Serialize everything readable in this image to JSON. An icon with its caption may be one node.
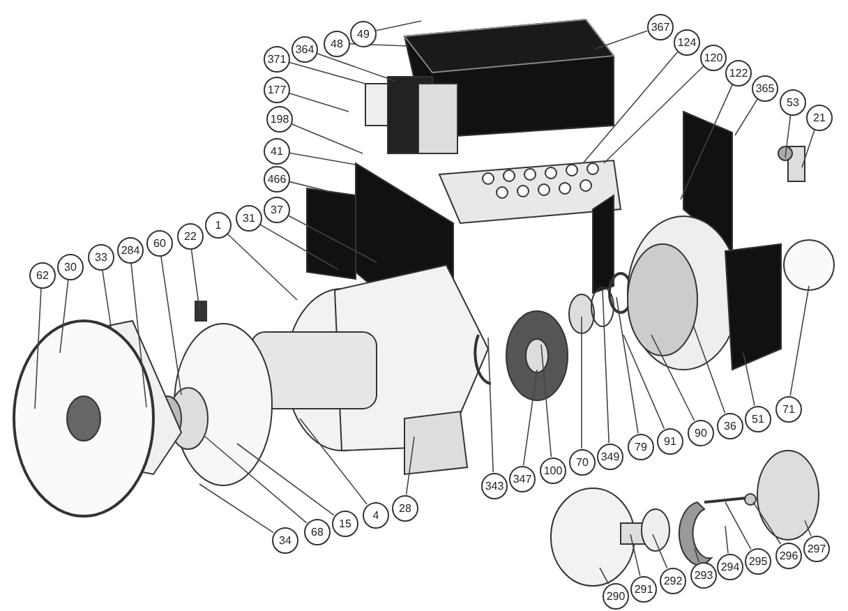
{
  "diagram": {
    "nodes": [
      {
        "text": [
          "49"
        ]
      },
      {
        "text": [
          "48"
        ]
      },
      {
        "text": [
          "367"
        ]
      },
      {
        "text": [
          "124"
        ]
      },
      {
        "text": [
          "364"
        ]
      },
      {
        "text": [
          "120"
        ]
      },
      {
        "text": [
          "371"
        ]
      },
      {
        "text": [
          "122"
        ]
      },
      {
        "text": [
          "177"
        ]
      },
      {
        "text": [
          "365"
        ]
      },
      {
        "text": [
          "53"
        ]
      },
      {
        "text": [
          "21"
        ]
      },
      {
        "text": [
          "198"
        ]
      },
      {
        "text": [
          "41"
        ]
      },
      {
        "text": [
          "466"
        ]
      },
      {
        "text": [
          "37"
        ]
      },
      {
        "text": [
          "31"
        ]
      },
      {
        "text": [
          "1"
        ]
      },
      {
        "text": [
          "22"
        ]
      },
      {
        "text": [
          "60"
        ]
      },
      {
        "text": [
          "284"
        ]
      },
      {
        "text": [
          "33"
        ]
      },
      {
        "text": [
          "30"
        ]
      },
      {
        "text": [
          "62"
        ]
      },
      {
        "text": [
          "71"
        ]
      },
      {
        "text": [
          "51"
        ]
      },
      {
        "text": [
          "36"
        ]
      },
      {
        "text": [
          "90"
        ]
      },
      {
        "text": [
          "91"
        ]
      },
      {
        "text": [
          "79"
        ]
      },
      {
        "text": [
          "349"
        ]
      },
      {
        "text": [
          "70"
        ]
      },
      {
        "text": [
          "100"
        ]
      },
      {
        "text": [
          "347"
        ]
      },
      {
        "text": [
          "343"
        ]
      },
      {
        "text": [
          "28"
        ]
      },
      {
        "text": [
          "4"
        ]
      },
      {
        "text": [
          "15"
        ]
      },
      {
        "text": [
          "68"
        ]
      },
      {
        "text": [
          "34"
        ]
      },
      {
        "text": [
          "297"
        ]
      },
      {
        "text": [
          "296"
        ]
      },
      {
        "text": [
          "295"
        ]
      },
      {
        "text": [
          "294"
        ]
      },
      {
        "text": [
          "293"
        ]
      },
      {
        "text": [
          "292"
        ]
      },
      {
        "text": [
          "291"
        ]
      },
      {
        "text": [
          "290"
        ]
      }
    ],
    "edges": [
      {
        "from": 0,
        "to": null,
        "arrow": "none"
      },
      {
        "from": 1,
        "to": null,
        "arrow": "none"
      },
      {
        "from": 2,
        "to": null,
        "arrow": "none"
      },
      {
        "from": 3,
        "to": null,
        "arrow": "none"
      },
      {
        "from": 4,
        "to": null,
        "arrow": "none"
      },
      {
        "from": 5,
        "to": null,
        "arrow": "none"
      },
      {
        "from": 6,
        "to": null,
        "arrow": "none"
      },
      {
        "from": 7,
        "to": null,
        "arrow": "none"
      },
      {
        "from": 8,
        "to": null,
        "arrow": "none"
      },
      {
        "from": 9,
        "to": null,
        "arrow": "none"
      },
      {
        "from": 10,
        "to": null,
        "arrow": "none"
      },
      {
        "from": 11,
        "to": null,
        "arrow": "none"
      },
      {
        "from": 12,
        "to": null,
        "arrow": "none"
      },
      {
        "from": 13,
        "to": null,
        "arrow": "none"
      },
      {
        "from": 14,
        "to": null,
        "arrow": "none"
      },
      {
        "from": 15,
        "to": null,
        "arrow": "none"
      },
      {
        "from": 16,
        "to": null,
        "arrow": "none"
      },
      {
        "from": 17,
        "to": null,
        "arrow": "none"
      },
      {
        "from": 18,
        "to": null,
        "arrow": "none"
      },
      {
        "from": 19,
        "to": null,
        "arrow": "none"
      },
      {
        "from": 20,
        "to": null,
        "arrow": "none"
      },
      {
        "from": 21,
        "to": null,
        "arrow": "none"
      },
      {
        "from": 22,
        "to": null,
        "arrow": "none"
      },
      {
        "from": 23,
        "to": null,
        "arrow": "none"
      },
      {
        "from": 24,
        "to": null,
        "arrow": "none"
      },
      {
        "from": 25,
        "to": null,
        "arrow": "none"
      },
      {
        "from": 26,
        "to": null,
        "arrow": "none"
      },
      {
        "from": 27,
        "to": null,
        "arrow": "none"
      },
      {
        "from": 28,
        "to": null,
        "arrow": "none"
      },
      {
        "from": 29,
        "to": null,
        "arrow": "none"
      },
      {
        "from": 30,
        "to": null,
        "arrow": "none"
      },
      {
        "from": 31,
        "to": null,
        "arrow": "none"
      },
      {
        "from": 32,
        "to": null,
        "arrow": "none"
      },
      {
        "from": 33,
        "to": null,
        "arrow": "none"
      },
      {
        "from": 34,
        "to": null,
        "arrow": "none"
      },
      {
        "from": 35,
        "to": null,
        "arrow": "none"
      },
      {
        "from": 36,
        "to": null,
        "arrow": "none"
      },
      {
        "from": 37,
        "to": null,
        "arrow": "none"
      },
      {
        "from": 38,
        "to": null,
        "arrow": "none"
      },
      {
        "from": 39,
        "to": null,
        "arrow": "none"
      },
      {
        "from": 40,
        "to": null,
        "arrow": "none"
      },
      {
        "from": 41,
        "to": null,
        "arrow": "none"
      },
      {
        "from": 42,
        "to": null,
        "arrow": "none"
      },
      {
        "from": 43,
        "to": null,
        "arrow": "none"
      },
      {
        "from": 44,
        "to": null,
        "arrow": "none"
      },
      {
        "from": 45,
        "to": null,
        "arrow": "none"
      },
      {
        "from": 46,
        "to": null,
        "arrow": "none"
      },
      {
        "from": 47,
        "to": null,
        "arrow": "none"
      }
    ]
  }
}
